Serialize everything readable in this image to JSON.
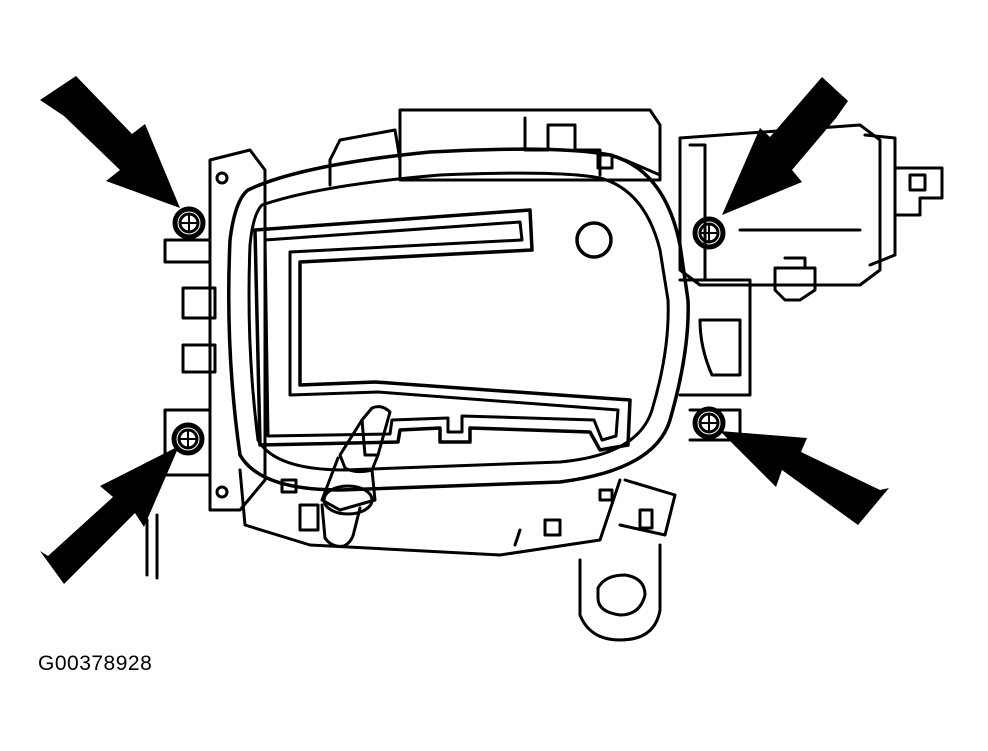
{
  "figure": {
    "id": "G00378928"
  },
  "callouts": [
    {
      "name": "bolt-top-left",
      "direction": "down-right"
    },
    {
      "name": "bolt-top-right",
      "direction": "down-left"
    },
    {
      "name": "bolt-bottom-left",
      "direction": "up-right"
    },
    {
      "name": "bolt-bottom-right",
      "direction": "up-left"
    }
  ],
  "colors": {
    "ink": "#000000",
    "paper": "#ffffff"
  }
}
